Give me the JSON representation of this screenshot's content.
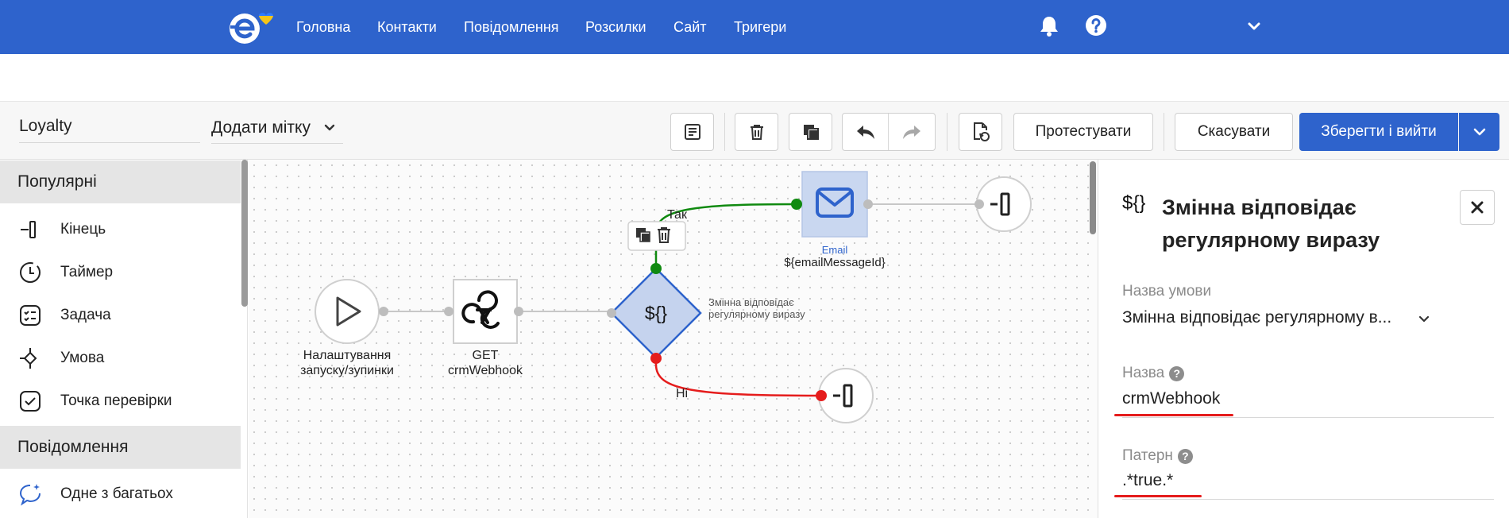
{
  "nav": {
    "items": [
      "Головна",
      "Контакти",
      "Повідомлення",
      "Розсилки",
      "Сайт",
      "Тригери"
    ],
    "icons": [
      "bell-icon",
      "help-icon",
      "chevron-down-icon"
    ],
    "color": "#2e63cc"
  },
  "toolbar": {
    "flow_name": "Loyalty",
    "add_tag": "Додати мітку",
    "test_label": "Протестувати",
    "cancel_label": "Скасувати",
    "save_label": "Зберегти і вийти"
  },
  "sidebar": {
    "sections": [
      {
        "title": "Популярні",
        "items": [
          {
            "label": "Кінець",
            "icon": "end-icon"
          },
          {
            "label": "Таймер",
            "icon": "timer-icon"
          },
          {
            "label": "Задача",
            "icon": "task-icon"
          },
          {
            "label": "Умова",
            "icon": "condition-icon"
          },
          {
            "label": "Точка перевірки",
            "icon": "checkpoint-icon"
          }
        ]
      },
      {
        "title": "Повідомлення",
        "items": [
          {
            "label": "Одне з багатьох",
            "icon": "one-of-many-icon"
          }
        ]
      }
    ]
  },
  "canvas": {
    "start": {
      "line1": "Налаштування",
      "line2": "запуску/зупинки"
    },
    "webhook": {
      "line1": "GET",
      "line2": "crmWebhook"
    },
    "condition": {
      "symbol": "${}",
      "line1": "Змінна відповідає",
      "line2": "регулярному виразу"
    },
    "yes_label": "Так",
    "no_label": "Ні",
    "email": {
      "type": "Email",
      "message": "${emailMessageId}"
    }
  },
  "panel": {
    "symbol": "${}",
    "title": "Змінна відповідає регулярному виразу",
    "condition_label": "Назва умови",
    "condition_value": "Змінна відповідає регулярному в...",
    "name_label": "Назва",
    "name_value": "crmWebhook",
    "pattern_label": "Патерн",
    "pattern_value": ".*true.*",
    "help_mark": "?"
  }
}
